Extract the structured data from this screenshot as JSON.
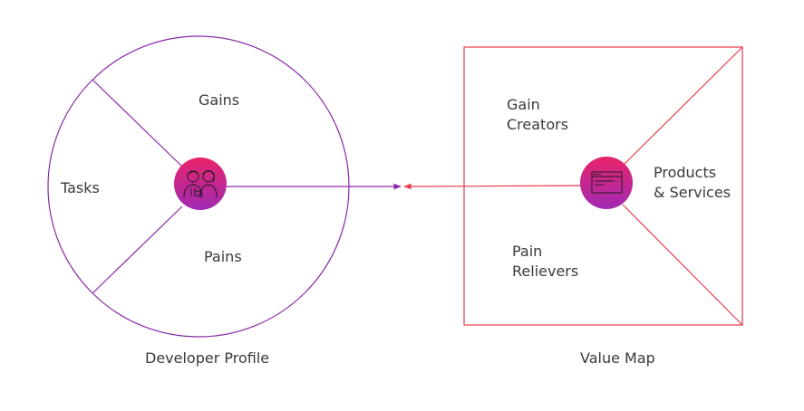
{
  "profile": {
    "caption": "Developer Profile",
    "gains_label": "Gains",
    "tasks_label": "Tasks",
    "pains_label": "Pains",
    "icon": "developers-icon"
  },
  "value_map": {
    "caption": "Value Map",
    "gain_creators_line1": "Gain",
    "gain_creators_line2": "Creators",
    "products_line1": "Products",
    "products_line2": "& Services",
    "pain_relievers_line1": "Pain",
    "pain_relievers_line2": "Relievers",
    "icon": "terminal-window-icon"
  },
  "colors": {
    "profile_stroke": "#8a2aa8",
    "value_map_stroke": "#e83a4a",
    "node_gradient_top": "#e8236a",
    "node_gradient_bottom": "#a12ab4",
    "text": "#3a3a3a"
  }
}
